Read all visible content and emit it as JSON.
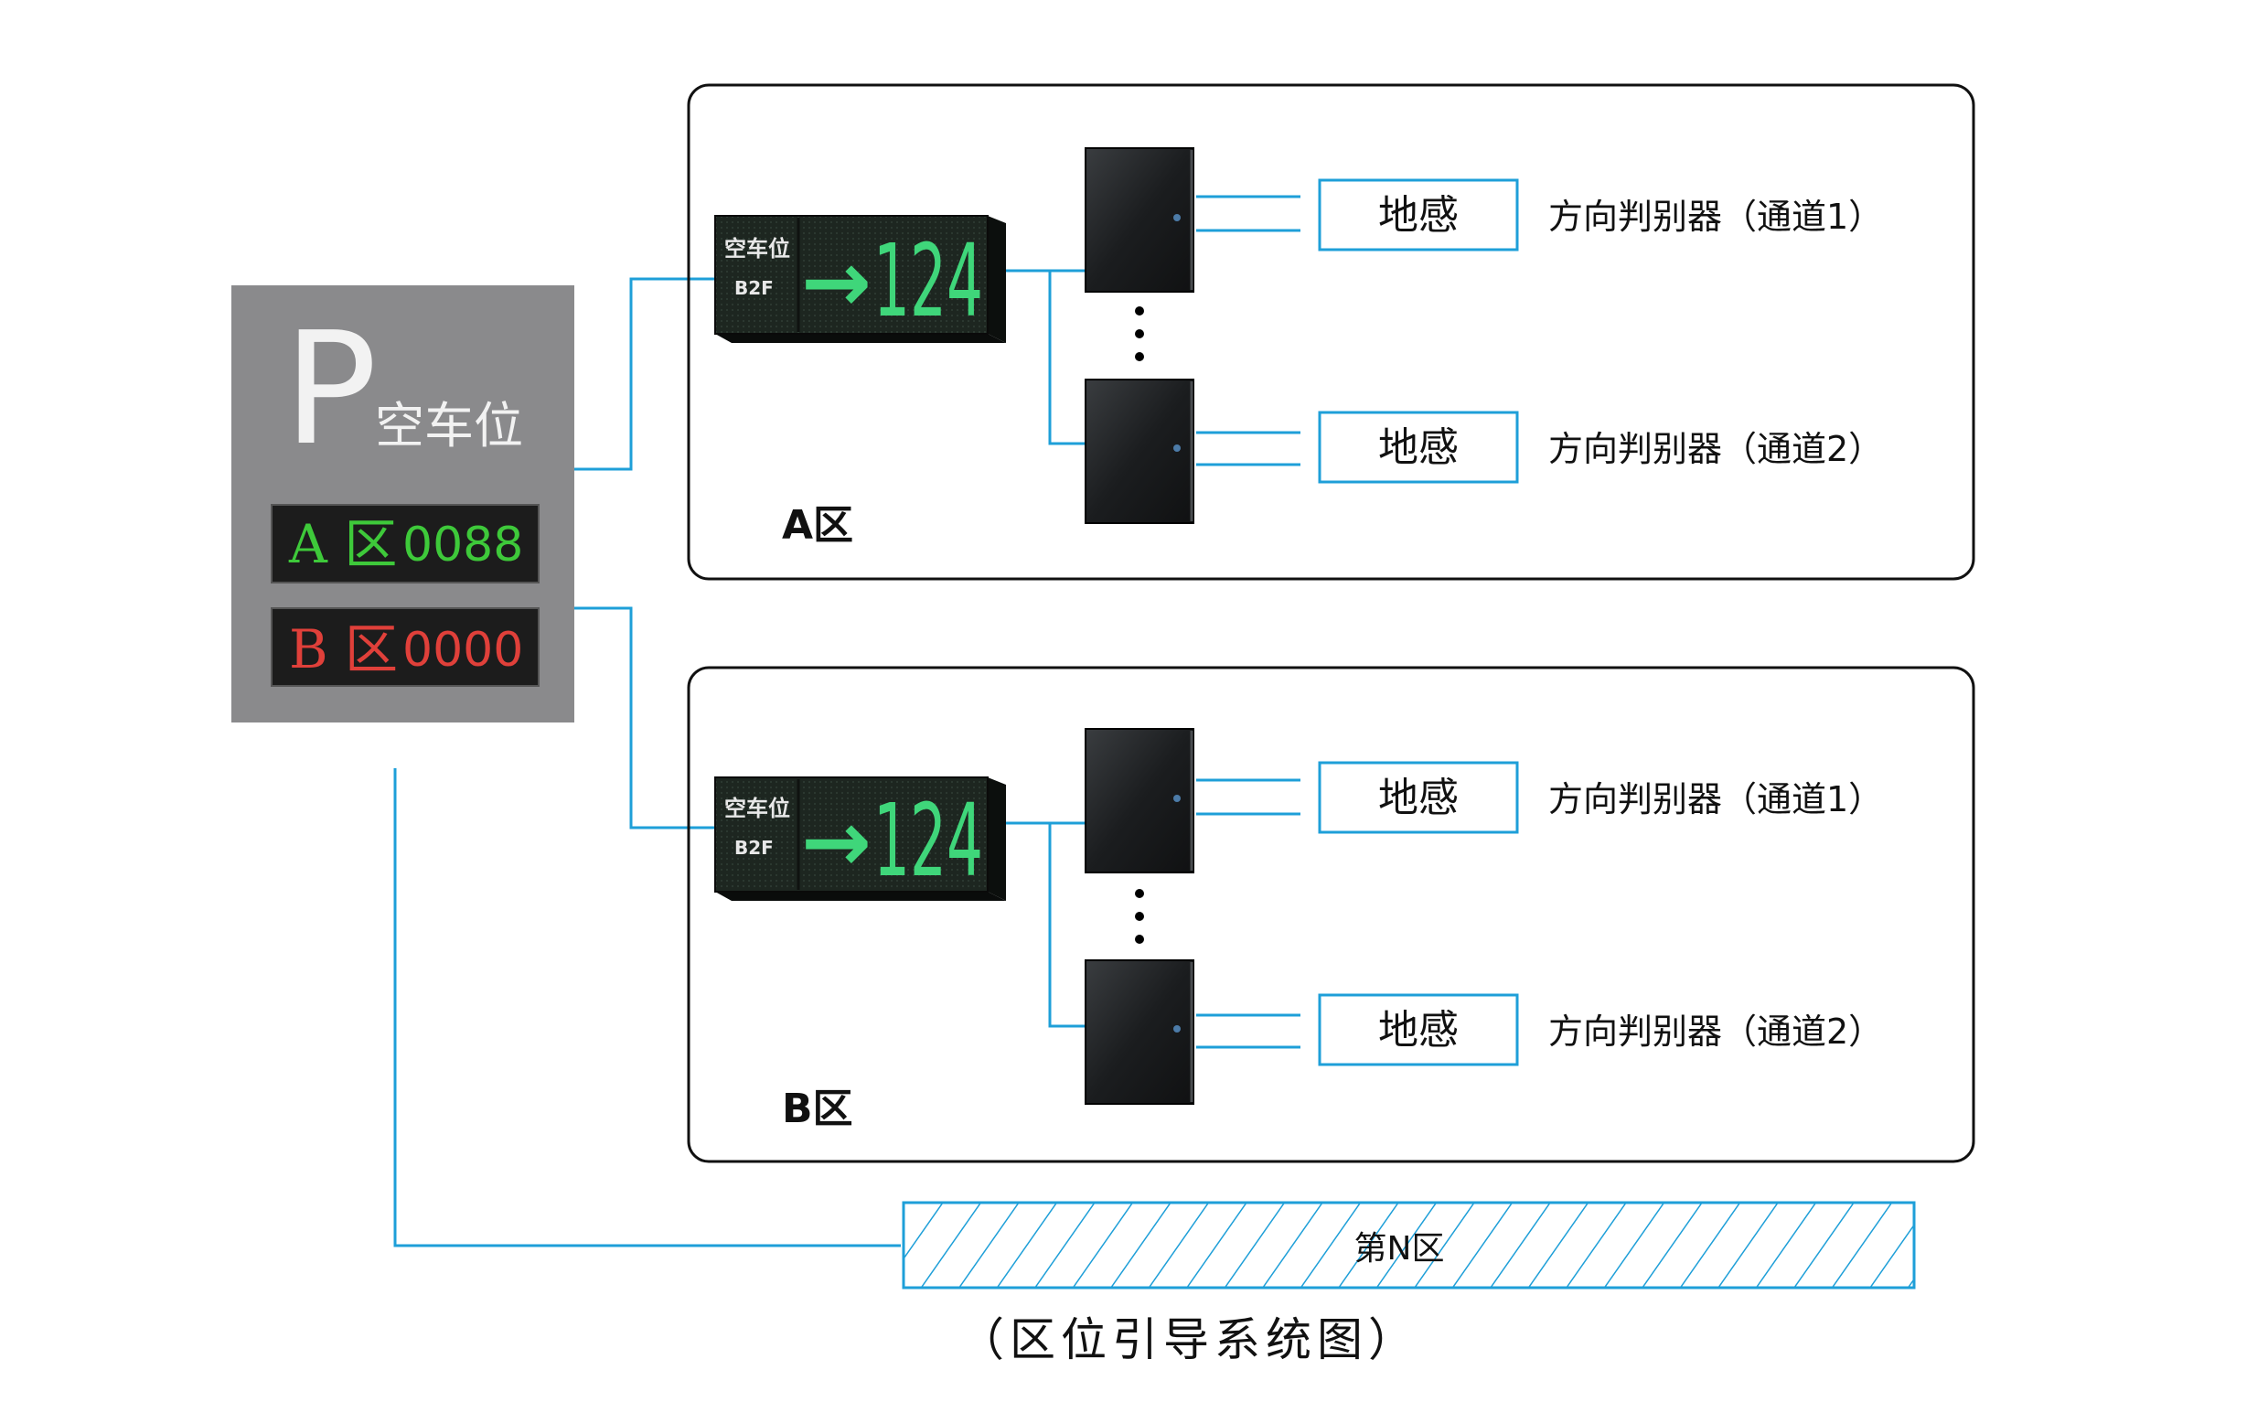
{
  "main_sign": {
    "p_letter": "P",
    "p_label": "空车位",
    "rows": [
      {
        "zone": "A 区",
        "count": "0088",
        "color": "#3ec93a"
      },
      {
        "zone": "B 区",
        "count": "0000",
        "color": "#e0403a"
      }
    ]
  },
  "zones": [
    {
      "label": "A区",
      "display": {
        "title": "空车位",
        "floor": "B2F",
        "arrow": "→",
        "number": "124"
      },
      "channels": [
        {
          "sensor": "地感",
          "detector": "方向判别器（通道1）"
        },
        {
          "sensor": "地感",
          "detector": "方向判别器（通道2）"
        }
      ]
    },
    {
      "label": "B区",
      "display": {
        "title": "空车位",
        "floor": "B2F",
        "arrow": "→",
        "number": "124"
      },
      "channels": [
        {
          "sensor": "地感",
          "detector": "方向判别器（通道1）"
        },
        {
          "sensor": "地感",
          "detector": "方向判别器（通道2）"
        }
      ]
    }
  ],
  "zone_n": {
    "label": "第N区"
  },
  "caption": "（区位引导系统图）",
  "colors": {
    "line": "#1e9fd8",
    "led_green": "#3fd67a",
    "panel": "#8a8a8c"
  }
}
